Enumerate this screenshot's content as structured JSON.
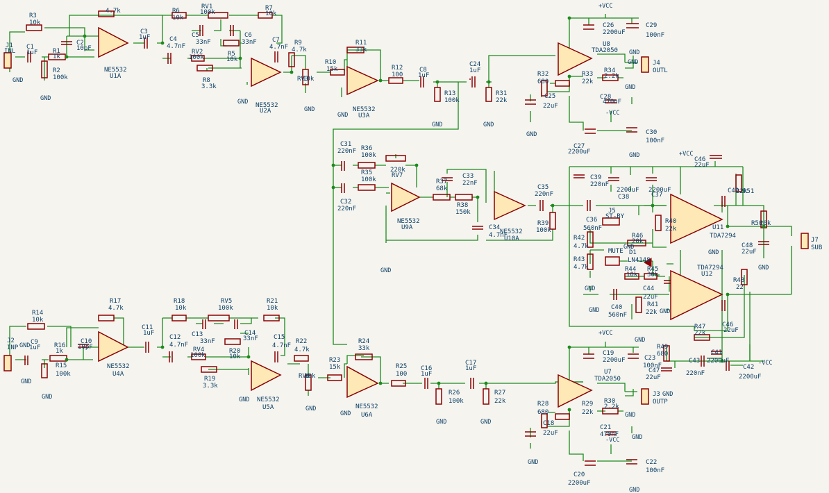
{
  "labels": [
    [
      "R3",
      42,
      17
    ],
    [
      "10k",
      42,
      27
    ],
    [
      "4.7k",
      152,
      10
    ],
    [
      "C3",
      202,
      40
    ],
    [
      "1uF",
      200,
      48
    ],
    [
      "R6",
      248,
      10
    ],
    [
      "10k",
      248,
      20
    ],
    [
      "RV1",
      290,
      4
    ],
    [
      "100k",
      288,
      12
    ],
    [
      "R7",
      382,
      6
    ],
    [
      "10k",
      382,
      14
    ],
    [
      "J1",
      8,
      60
    ],
    [
      "INL",
      6,
      68
    ],
    [
      "C1",
      38,
      62
    ],
    [
      "1uF",
      38,
      70
    ],
    [
      "R1",
      76,
      68
    ],
    [
      "1k",
      76,
      76
    ],
    [
      "C2",
      110,
      56
    ],
    [
      "10pF",
      110,
      64
    ],
    [
      "R2",
      76,
      96
    ],
    [
      "100k",
      76,
      106
    ],
    [
      "GND",
      18,
      110
    ],
    [
      "GND",
      58,
      136
    ],
    [
      "NE5532",
      150,
      95
    ],
    [
      "U1A",
      158,
      104
    ],
    [
      "C4",
      244,
      51
    ],
    [
      "4.7nF",
      240,
      61
    ],
    [
      "C5",
      276,
      45
    ],
    [
      "33nF",
      282,
      55
    ],
    [
      "C6",
      352,
      45
    ],
    [
      "33nF",
      348,
      55
    ],
    [
      "R5",
      328,
      72
    ],
    [
      "10k",
      326,
      80
    ],
    [
      "RV2",
      276,
      69
    ],
    [
      "100k",
      272,
      77
    ],
    [
      "R8",
      292,
      110
    ],
    [
      "3.3k",
      290,
      119
    ],
    [
      "C7",
      392,
      52
    ],
    [
      "4.7nF",
      388,
      62
    ],
    [
      "R9",
      424,
      56
    ],
    [
      "4.7k",
      420,
      66
    ],
    [
      "NE5532",
      368,
      146
    ],
    [
      "U2A",
      374,
      154
    ],
    [
      "GND",
      342,
      141
    ],
    [
      "RV3",
      428,
      108
    ],
    [
      "10k",
      436,
      108
    ],
    [
      "GND",
      438,
      152
    ],
    [
      "R10",
      468,
      84
    ],
    [
      "15k",
      470,
      94
    ],
    [
      "R11",
      512,
      56
    ],
    [
      "33k",
      512,
      66
    ],
    [
      "R12",
      564,
      92
    ],
    [
      "100",
      564,
      102
    ],
    [
      "NE5532",
      508,
      152
    ],
    [
      "U3A",
      516,
      161
    ],
    [
      "GND",
      486,
      160
    ],
    [
      "C8",
      604,
      95
    ],
    [
      "1uF",
      602,
      103
    ],
    [
      "R13",
      640,
      129
    ],
    [
      "100k",
      640,
      139
    ],
    [
      "GND",
      622,
      174
    ],
    [
      "C24",
      676,
      87
    ],
    [
      "1uF",
      676,
      96
    ],
    [
      "R31",
      714,
      129
    ],
    [
      "22k",
      714,
      139
    ],
    [
      "GND",
      696,
      174
    ],
    [
      "+VCC",
      862,
      3
    ],
    [
      "C26",
      868,
      31
    ],
    [
      "2200uF",
      868,
      41
    ],
    [
      "C29",
      930,
      31
    ],
    [
      "100nF",
      930,
      45
    ],
    [
      "U8",
      868,
      58
    ],
    [
      "TDA2050",
      852,
      67
    ],
    [
      "J4",
      940,
      85
    ],
    [
      "OUTL",
      940,
      96
    ],
    [
      "GND",
      906,
      70
    ],
    [
      "GND",
      904,
      84
    ],
    [
      "R32",
      774,
      101
    ],
    [
      "680",
      774,
      112
    ],
    [
      "C25",
      784,
      133
    ],
    [
      "22uF",
      782,
      147
    ],
    [
      "R33",
      838,
      101
    ],
    [
      "22k",
      838,
      112
    ],
    [
      "R34",
      870,
      96
    ],
    [
      "2.2k",
      870,
      104
    ],
    [
      "C28",
      864,
      134
    ],
    [
      "470nF",
      868,
      141
    ],
    [
      "-VCC",
      872,
      157
    ],
    [
      "GND",
      900,
      120
    ],
    [
      "GND",
      758,
      188
    ],
    [
      "C27",
      826,
      205
    ],
    [
      "2200uF",
      818,
      213
    ],
    [
      "C30",
      930,
      185
    ],
    [
      "100nF",
      930,
      197
    ],
    [
      "GND",
      906,
      218
    ],
    [
      "C31",
      490,
      202
    ],
    [
      "220nF",
      486,
      212
    ],
    [
      "R36",
      520,
      208
    ],
    [
      "100k",
      520,
      218
    ],
    [
      "R35",
      520,
      243
    ],
    [
      "100k",
      520,
      253
    ],
    [
      "RV7",
      564,
      247
    ],
    [
      "220k",
      562,
      239
    ],
    [
      "C32",
      490,
      285
    ],
    [
      "220nF",
      486,
      295
    ],
    [
      "R37",
      628,
      256
    ],
    [
      "68k",
      628,
      266
    ],
    [
      "C33",
      666,
      248
    ],
    [
      "22nF",
      666,
      258
    ],
    [
      "R38",
      658,
      290
    ],
    [
      "150k",
      656,
      300
    ],
    [
      "U9A",
      578,
      322
    ],
    [
      "NE5532",
      572,
      313
    ],
    [
      "C34",
      704,
      322
    ],
    [
      "4.7nF",
      704,
      333
    ],
    [
      "NE5532",
      720,
      328
    ],
    [
      "U10A",
      726,
      338
    ],
    [
      "GND",
      548,
      384
    ],
    [
      "C35",
      774,
      264
    ],
    [
      "220nF",
      770,
      274
    ],
    [
      "R39",
      774,
      316
    ],
    [
      "100k",
      772,
      326
    ],
    [
      "C36",
      844,
      311
    ],
    [
      "560nF",
      840,
      323
    ],
    [
      "C39",
      850,
      250
    ],
    [
      "220nF",
      850,
      260
    ],
    [
      "C38",
      890,
      278
    ],
    [
      "2200uF",
      888,
      268
    ],
    [
      "C37",
      938,
      275
    ],
    [
      "2200uF",
      934,
      268
    ],
    [
      "+VCC",
      978,
      216
    ],
    [
      "C46",
      1000,
      224
    ],
    [
      "22uF",
      1000,
      232
    ],
    [
      "R40",
      958,
      313
    ],
    [
      "22k",
      958,
      324
    ],
    [
      "C49",
      1048,
      269
    ],
    [
      "22k",
      1060,
      270
    ],
    [
      "R51",
      1070,
      270
    ],
    [
      "R50",
      1082,
      316
    ],
    [
      "20k",
      1094,
      316
    ],
    [
      "U11",
      1026,
      322
    ],
    [
      "TDA7294",
      1022,
      334
    ],
    [
      "GND",
      1020,
      358
    ],
    [
      "R42",
      826,
      337
    ],
    [
      "4.7k",
      826,
      349
    ],
    [
      "R43",
      826,
      368
    ],
    [
      "4.7k",
      826,
      379
    ],
    [
      "GND",
      842,
      410
    ],
    [
      "GND",
      848,
      441
    ],
    [
      "R46",
      910,
      334
    ],
    [
      "20k",
      910,
      342
    ],
    [
      "D1",
      906,
      358
    ],
    [
      "LN4148",
      904,
      369
    ],
    [
      "MUTE",
      876,
      356
    ],
    [
      "ST-BY",
      872,
      306
    ],
    [
      "J5",
      876,
      298
    ],
    [
      "GND",
      898,
      350
    ],
    [
      "R44",
      900,
      382
    ],
    [
      "10k",
      902,
      390
    ],
    [
      "R45",
      932,
      382
    ],
    [
      "30k",
      932,
      390
    ],
    [
      "C44",
      926,
      410
    ],
    [
      "22uF",
      926,
      422
    ],
    [
      "C40",
      880,
      437
    ],
    [
      "560nF",
      876,
      448
    ],
    [
      "R41",
      932,
      433
    ],
    [
      "22k",
      930,
      444
    ],
    [
      "GND",
      950,
      443
    ],
    [
      "GND",
      914,
      484
    ],
    [
      "C48",
      1068,
      348
    ],
    [
      "22uF",
      1068,
      357
    ],
    [
      "GND",
      1092,
      380
    ],
    [
      "J7",
      1168,
      340
    ],
    [
      "SUB",
      1168,
      351
    ],
    [
      "TDA7294",
      1004,
      380
    ],
    [
      "U12",
      1010,
      389
    ],
    [
      "R48",
      1056,
      398
    ],
    [
      "22",
      1060,
      408
    ],
    [
      "C46",
      1040,
      462
    ],
    [
      "22uF",
      1042,
      470
    ],
    [
      "R47",
      1000,
      465
    ],
    [
      "22k",
      1000,
      474
    ],
    [
      "R49",
      946,
      494
    ],
    [
      "680",
      946,
      504
    ],
    [
      "C43",
      992,
      514
    ],
    [
      "220nF",
      988,
      532
    ],
    [
      "C41",
      1024,
      502
    ],
    [
      "2200uF",
      1018,
      514
    ],
    [
      "C42",
      1070,
      523
    ],
    [
      "2200uF",
      1064,
      537
    ],
    [
      "-VCC",
      1092,
      517
    ],
    [
      "C47",
      934,
      528
    ],
    [
      "22uF",
      930,
      538
    ],
    [
      "R14",
      46,
      445
    ],
    [
      "10k",
      46,
      455
    ],
    [
      "J2",
      10,
      485
    ],
    [
      "INP",
      10,
      495
    ],
    [
      "C9",
      44,
      487
    ],
    [
      "1uF",
      42,
      495
    ],
    [
      "GND",
      28,
      492
    ],
    [
      "R16",
      78,
      492
    ],
    [
      "1k",
      80,
      500
    ],
    [
      "C10",
      116,
      486
    ],
    [
      "10pF",
      112,
      494
    ],
    [
      "R15",
      80,
      521
    ],
    [
      "100k",
      80,
      533
    ],
    [
      "GND",
      30,
      544
    ],
    [
      "GND",
      60,
      566
    ],
    [
      "R17",
      158,
      428
    ],
    [
      "4.7k",
      156,
      438
    ],
    [
      "NE5532",
      154,
      522
    ],
    [
      "U4A",
      162,
      533
    ],
    [
      "C11",
      204,
      466
    ],
    [
      "1uF",
      206,
      474
    ],
    [
      "R18",
      250,
      428
    ],
    [
      "10k",
      252,
      438
    ],
    [
      "RV5",
      318,
      428
    ],
    [
      "100k",
      314,
      438
    ],
    [
      "R21",
      384,
      428
    ],
    [
      "10k",
      384,
      438
    ],
    [
      "C12",
      244,
      480
    ],
    [
      "4.7nF",
      244,
      491
    ],
    [
      "C13",
      276,
      476
    ],
    [
      "33nF",
      288,
      486
    ],
    [
      "C14",
      352,
      474
    ],
    [
      "33nF",
      350,
      482
    ],
    [
      "RV4",
      278,
      498
    ],
    [
      "100k",
      274,
      506
    ],
    [
      "R20",
      330,
      500
    ],
    [
      "10k",
      330,
      508
    ],
    [
      "R19",
      294,
      540
    ],
    [
      "3.3k",
      292,
      550
    ],
    [
      "C15",
      394,
      480
    ],
    [
      "4.7nF",
      392,
      492
    ],
    [
      "R22",
      426,
      486
    ],
    [
      "4.7k",
      424,
      498
    ],
    [
      "GND",
      344,
      570
    ],
    [
      "NE5532",
      370,
      570
    ],
    [
      "U5A",
      378,
      581
    ],
    [
      "RV6",
      430,
      536
    ],
    [
      "10k",
      438,
      536
    ],
    [
      "GND",
      440,
      583
    ],
    [
      "R23",
      474,
      513
    ],
    [
      "15k",
      474,
      523
    ],
    [
      "R24",
      516,
      486
    ],
    [
      "33k",
      516,
      496
    ],
    [
      "R25",
      570,
      522
    ],
    [
      "100",
      570,
      533
    ],
    [
      "NE5532",
      512,
      580
    ],
    [
      "U6A",
      520,
      592
    ],
    [
      "GND",
      490,
      590
    ],
    [
      "C16",
      606,
      525
    ],
    [
      "1uF",
      606,
      533
    ],
    [
      "R26",
      646,
      560
    ],
    [
      "100k",
      646,
      572
    ],
    [
      "C17",
      670,
      517
    ],
    [
      "1uF",
      670,
      525
    ],
    [
      "R27",
      712,
      560
    ],
    [
      "22k",
      712,
      572
    ],
    [
      "GND",
      628,
      602
    ],
    [
      "GND",
      692,
      602
    ],
    [
      "+VCC",
      862,
      474
    ],
    [
      "C19",
      868,
      503
    ],
    [
      "2200uF",
      868,
      513
    ],
    [
      "C23",
      928,
      510
    ],
    [
      "100nF",
      926,
      521
    ],
    [
      "U7",
      870,
      530
    ],
    [
      "TDA2050",
      856,
      540
    ],
    [
      "J3",
      940,
      562
    ],
    [
      "OUTP",
      940,
      573
    ],
    [
      "GND",
      954,
      562
    ],
    [
      "GND",
      900,
      592
    ],
    [
      "R28",
      774,
      576
    ],
    [
      "680",
      774,
      588
    ],
    [
      "C18",
      782,
      604
    ],
    [
      "22uF",
      782,
      618
    ],
    [
      "R29",
      838,
      576
    ],
    [
      "22k",
      838,
      588
    ],
    [
      "R30",
      870,
      572
    ],
    [
      "2.2k",
      870,
      580
    ],
    [
      "C21",
      864,
      610
    ],
    [
      "470nF",
      864,
      620
    ],
    [
      "-VCC",
      872,
      628
    ],
    [
      "GND",
      760,
      660
    ],
    [
      "GND",
      910,
      624
    ],
    [
      "C20",
      826,
      678
    ],
    [
      "2200uF",
      818,
      690
    ],
    [
      "C22",
      930,
      660
    ],
    [
      "100nF",
      930,
      672
    ],
    [
      "GND",
      906,
      700
    ]
  ],
  "page_note": ""
}
